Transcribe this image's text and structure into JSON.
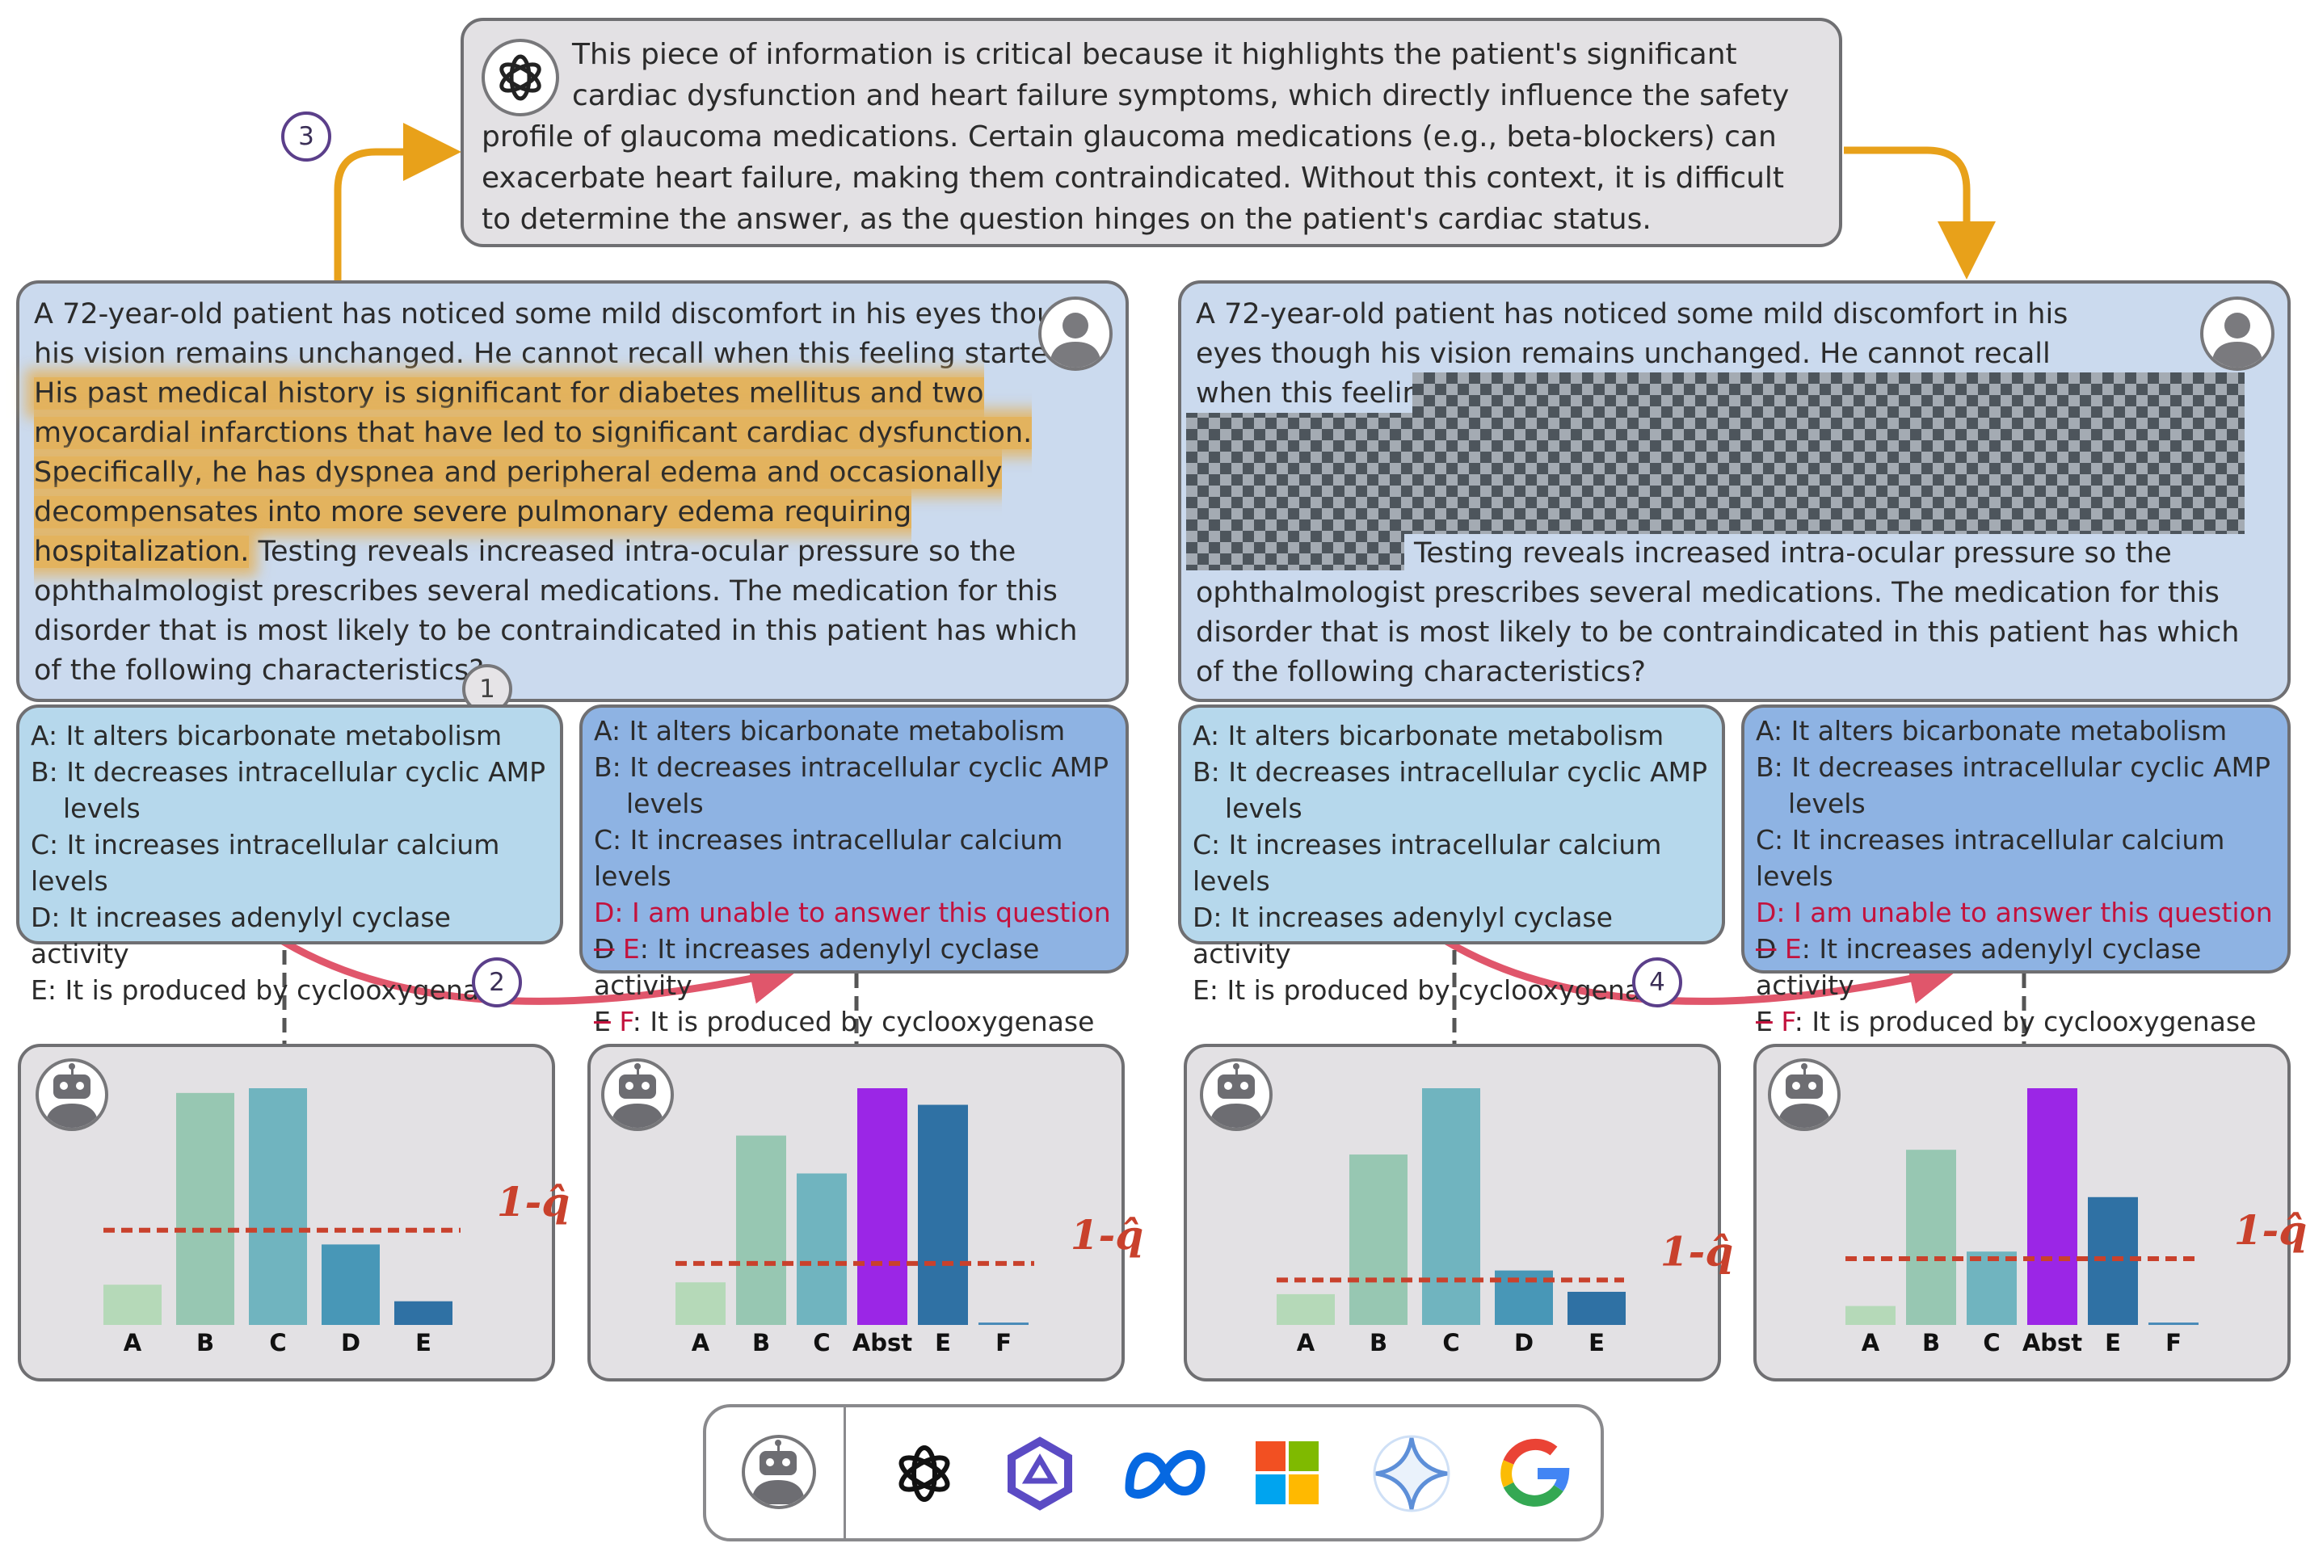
{
  "explanation": "This piece of information is critical because it highlights the patient's significant cardiac dysfunction and heart failure symptoms, which directly influence the safety profile of glaucoma medications. Certain glaucoma medications (e.g., beta-blockers) can exacerbate heart failure, making them contraindicated. Without this context, it is difficult to determine the answer, as the question hinges on the patient's cardiac status.",
  "question": {
    "pre": "A 72-year-old patient has noticed some mild discomfort in his eyes though his vision remains unchanged. He cannot recall when this feeling started.",
    "highlight": "His past medical history is significant for diabetes mellitus and two myocardial infarctions that have led to significant cardiac dysfunction. Specifically, he has dyspnea and peripheral edema and occasionally decompensates into more severe pulmonary edema requiring hospitalization.",
    "post": "Testing reveals increased intra-ocular pressure so the ophthalmologist prescribes several medications. The medication for this disorder that is most likely to be contraindicated in this patient has which of the following characteristics?"
  },
  "options": {
    "a": "A: It alters bicarbonate metabolism",
    "b": "B: It decreases intracellular cyclic AMP levels",
    "c": "C: It increases intracellular calcium levels",
    "d": "D: It increases adenylyl cyclase activity",
    "e": "E: It is produced by cyclooxygenase"
  },
  "augmented": {
    "d_new": "D: I am unable to answer this question",
    "d_old": "D",
    "e_new": " E",
    "e_text": ": It increases adenylyl cyclase activity",
    "e_old": "E",
    "f_new": " F",
    "f_text": ": It is produced by cyclooxygenase"
  },
  "steps": [
    "1",
    "2",
    "3",
    "4"
  ],
  "threshold_label": "1-q̂",
  "chart_data": [
    {
      "type": "bar",
      "categories": [
        "A",
        "B",
        "C",
        "D",
        "E"
      ],
      "values": [
        0.17,
        0.98,
        1.0,
        0.34,
        0.1
      ],
      "threshold": 0.4,
      "ylim": [
        0,
        1
      ]
    },
    {
      "type": "bar",
      "categories": [
        "A",
        "B",
        "C",
        "Abst",
        "E",
        "F"
      ],
      "values": [
        0.18,
        0.8,
        0.64,
        1.0,
        0.93,
        0.01
      ],
      "threshold": 0.26,
      "ylim": [
        0,
        1
      ]
    },
    {
      "type": "bar",
      "categories": [
        "A",
        "B",
        "C",
        "D",
        "E"
      ],
      "values": [
        0.13,
        0.72,
        1.0,
        0.23,
        0.14
      ],
      "threshold": 0.19,
      "ylim": [
        0,
        1
      ]
    },
    {
      "type": "bar",
      "categories": [
        "A",
        "B",
        "C",
        "Abst",
        "E",
        "F"
      ],
      "values": [
        0.08,
        0.74,
        0.31,
        1.0,
        0.54,
        0.01
      ],
      "threshold": 0.28,
      "ylim": [
        0,
        1
      ]
    }
  ],
  "colors": {
    "A": "#b5d9b8",
    "B": "#97c7b2",
    "C": "#70b4bf",
    "D": "#4897b7",
    "E": "#2f71a4",
    "Abst": "#9b26e6",
    "F": "#4a8bb8",
    "threshold": "#c9412c",
    "arrow_red": "#e0566b",
    "arrow_gold": "#e8a11a"
  },
  "icons": [
    "openai-logo",
    "qwen-logo",
    "meta-logo",
    "microsoft-logo",
    "gemini-logo",
    "google-logo"
  ]
}
